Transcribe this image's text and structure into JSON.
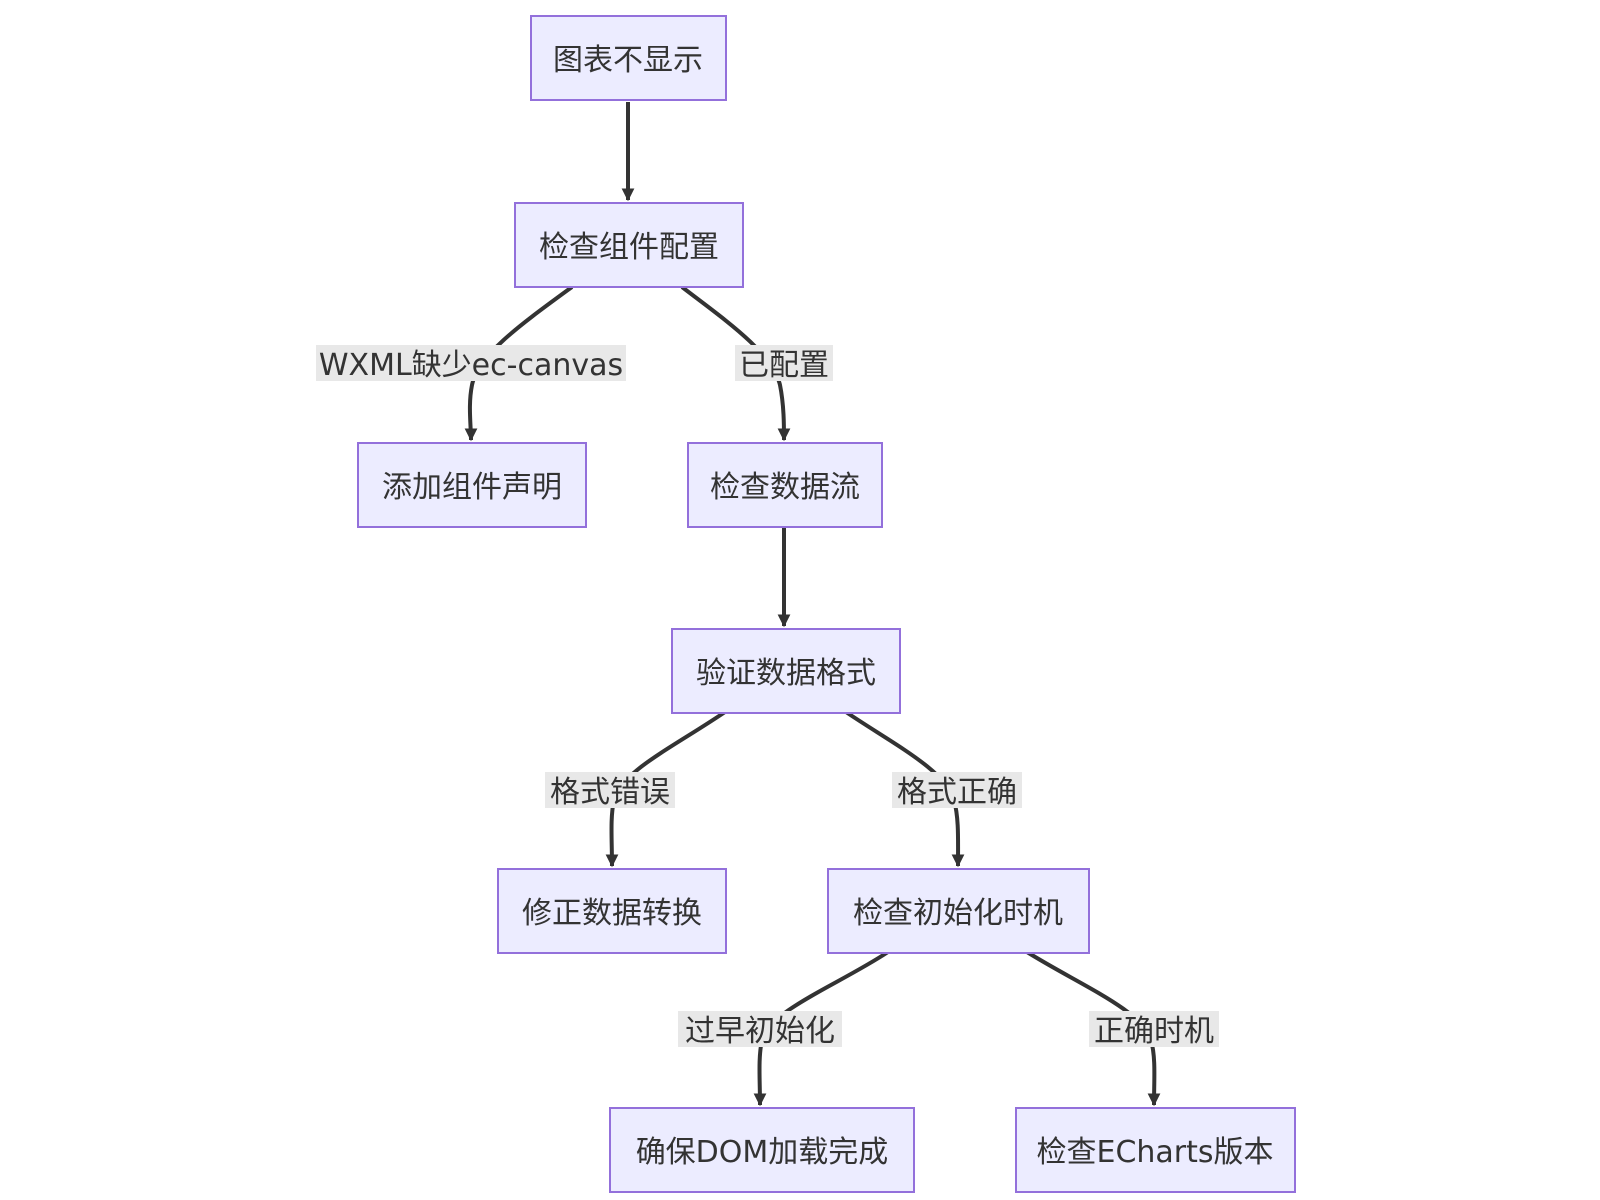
{
  "diagram": {
    "type": "flowchart",
    "colors": {
      "node_fill": "#ECECFF",
      "node_stroke": "#9370DB",
      "edge": "#333333",
      "label_bg": "#E8E8E8",
      "text": "#333333"
    },
    "nodes": {
      "chart_not_shown": "图表不显示",
      "check_component_config": "检查组件配置",
      "add_component_declaration": "添加组件声明",
      "check_data_flow": "检查数据流",
      "validate_data_format": "验证数据格式",
      "fix_data_conversion": "修正数据转换",
      "check_init_timing": "检查初始化时机",
      "ensure_dom_loaded": "确保DOM加载完成",
      "check_echarts_version": "检查ECharts版本"
    },
    "edge_labels": {
      "missing_ec_canvas": "WXML缺少ec-canvas",
      "configured": "已配置",
      "format_error": "格式错误",
      "format_correct": "格式正确",
      "init_too_early": "过早初始化",
      "correct_timing": "正确时机"
    },
    "edges": [
      {
        "from": "chart_not_shown",
        "to": "check_component_config"
      },
      {
        "from": "check_component_config",
        "to": "add_component_declaration",
        "label": "missing_ec_canvas"
      },
      {
        "from": "check_component_config",
        "to": "check_data_flow",
        "label": "configured"
      },
      {
        "from": "check_data_flow",
        "to": "validate_data_format"
      },
      {
        "from": "validate_data_format",
        "to": "fix_data_conversion",
        "label": "format_error"
      },
      {
        "from": "validate_data_format",
        "to": "check_init_timing",
        "label": "format_correct"
      },
      {
        "from": "check_init_timing",
        "to": "ensure_dom_loaded",
        "label": "init_too_early"
      },
      {
        "from": "check_init_timing",
        "to": "check_echarts_version",
        "label": "correct_timing"
      }
    ]
  }
}
